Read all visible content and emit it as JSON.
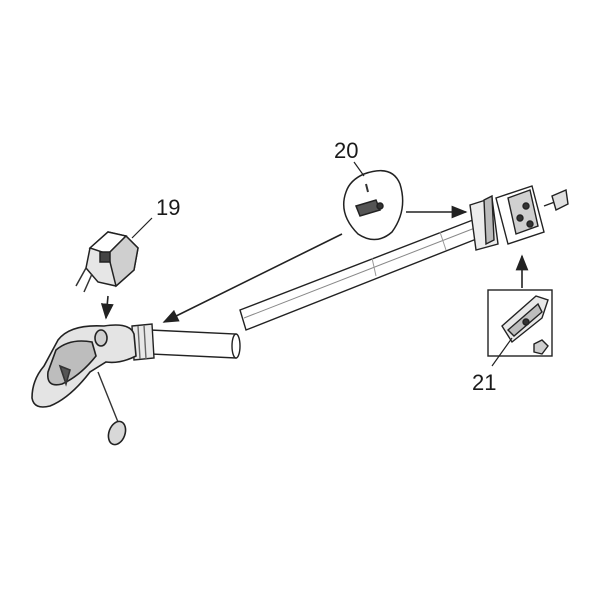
{
  "diagram": {
    "callouts": [
      {
        "id": "part-19",
        "label": "19"
      },
      {
        "id": "part-20",
        "label": "20"
      },
      {
        "id": "part-21",
        "label": "21"
      }
    ],
    "colors": {
      "line": "#222222",
      "fill": "#ffffff",
      "shade": "#d8d8d8",
      "dark": "#555555"
    }
  }
}
